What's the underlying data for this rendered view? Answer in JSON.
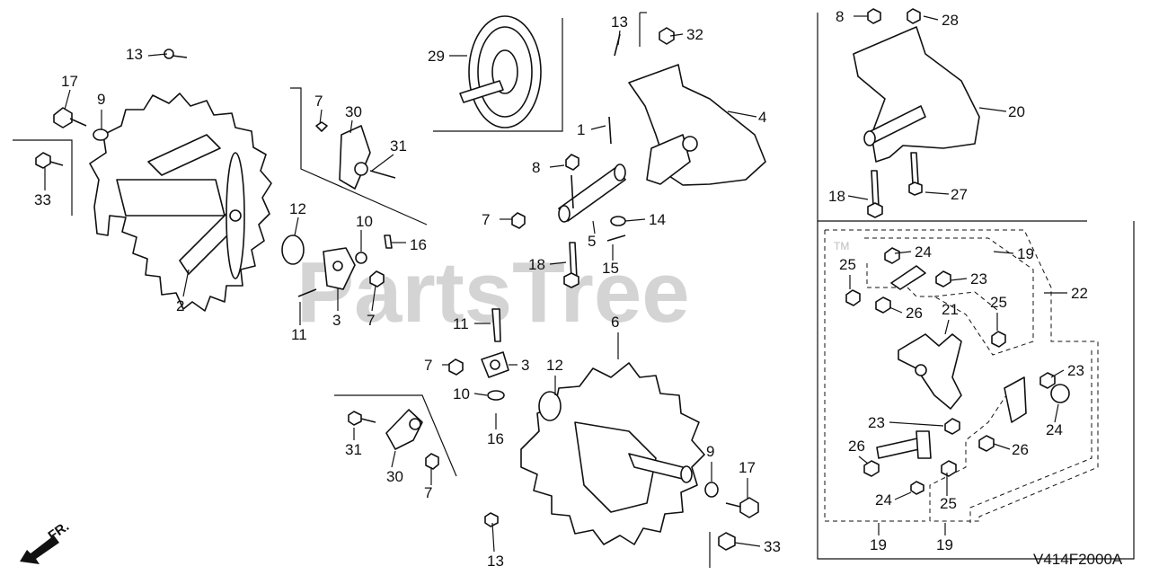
{
  "diagram": {
    "watermark": "PartsTree",
    "watermark_tm": "TM",
    "direction_label": "FR.",
    "figure_code": "V414F2000A",
    "callouts": [
      {
        "id": "c13a",
        "text": "13"
      },
      {
        "id": "c17a",
        "text": "17"
      },
      {
        "id": "c9a",
        "text": "9"
      },
      {
        "id": "c33a",
        "text": "33"
      },
      {
        "id": "c2",
        "text": "2"
      },
      {
        "id": "c12a",
        "text": "12"
      },
      {
        "id": "c7a",
        "text": "7"
      },
      {
        "id": "c30a",
        "text": "30"
      },
      {
        "id": "c31a",
        "text": "31"
      },
      {
        "id": "c10a",
        "text": "10"
      },
      {
        "id": "c16a",
        "text": "16"
      },
      {
        "id": "c7b",
        "text": "7"
      },
      {
        "id": "c3a",
        "text": "3"
      },
      {
        "id": "c11a",
        "text": "11"
      },
      {
        "id": "c29",
        "text": "29"
      },
      {
        "id": "c13b",
        "text": "13"
      },
      {
        "id": "c32",
        "text": "32"
      },
      {
        "id": "c1",
        "text": "1"
      },
      {
        "id": "c4",
        "text": "4"
      },
      {
        "id": "c8a",
        "text": "8"
      },
      {
        "id": "c7c",
        "text": "7"
      },
      {
        "id": "c14",
        "text": "14"
      },
      {
        "id": "c5",
        "text": "5"
      },
      {
        "id": "c18a",
        "text": "18"
      },
      {
        "id": "c15",
        "text": "15"
      },
      {
        "id": "c8b",
        "text": "8"
      },
      {
        "id": "c28",
        "text": "28"
      },
      {
        "id": "c20",
        "text": "20"
      },
      {
        "id": "c18b",
        "text": "18"
      },
      {
        "id": "c27",
        "text": "27"
      },
      {
        "id": "c11b",
        "text": "11"
      },
      {
        "id": "c6",
        "text": "6"
      },
      {
        "id": "c7d",
        "text": "7"
      },
      {
        "id": "c3b",
        "text": "3"
      },
      {
        "id": "c12b",
        "text": "12"
      },
      {
        "id": "c10b",
        "text": "10"
      },
      {
        "id": "c16b",
        "text": "16"
      },
      {
        "id": "c31b",
        "text": "31"
      },
      {
        "id": "c30b",
        "text": "30"
      },
      {
        "id": "c7e",
        "text": "7"
      },
      {
        "id": "c9b",
        "text": "9"
      },
      {
        "id": "c17b",
        "text": "17"
      },
      {
        "id": "c13c",
        "text": "13"
      },
      {
        "id": "c33b",
        "text": "33"
      },
      {
        "id": "c24a",
        "text": "24"
      },
      {
        "id": "c19a",
        "text": "19"
      },
      {
        "id": "c25a",
        "text": "25"
      },
      {
        "id": "c23a",
        "text": "23"
      },
      {
        "id": "c22",
        "text": "22"
      },
      {
        "id": "c26a",
        "text": "26"
      },
      {
        "id": "c25b",
        "text": "25"
      },
      {
        "id": "c21",
        "text": "21"
      },
      {
        "id": "c23b",
        "text": "23"
      },
      {
        "id": "c24b",
        "text": "24"
      },
      {
        "id": "c23c",
        "text": "23"
      },
      {
        "id": "c26b",
        "text": "26"
      },
      {
        "id": "c26c",
        "text": "26"
      },
      {
        "id": "c24c",
        "text": "24"
      },
      {
        "id": "c25c",
        "text": "25"
      },
      {
        "id": "c19b",
        "text": "19"
      },
      {
        "id": "c19c",
        "text": "19"
      }
    ]
  }
}
